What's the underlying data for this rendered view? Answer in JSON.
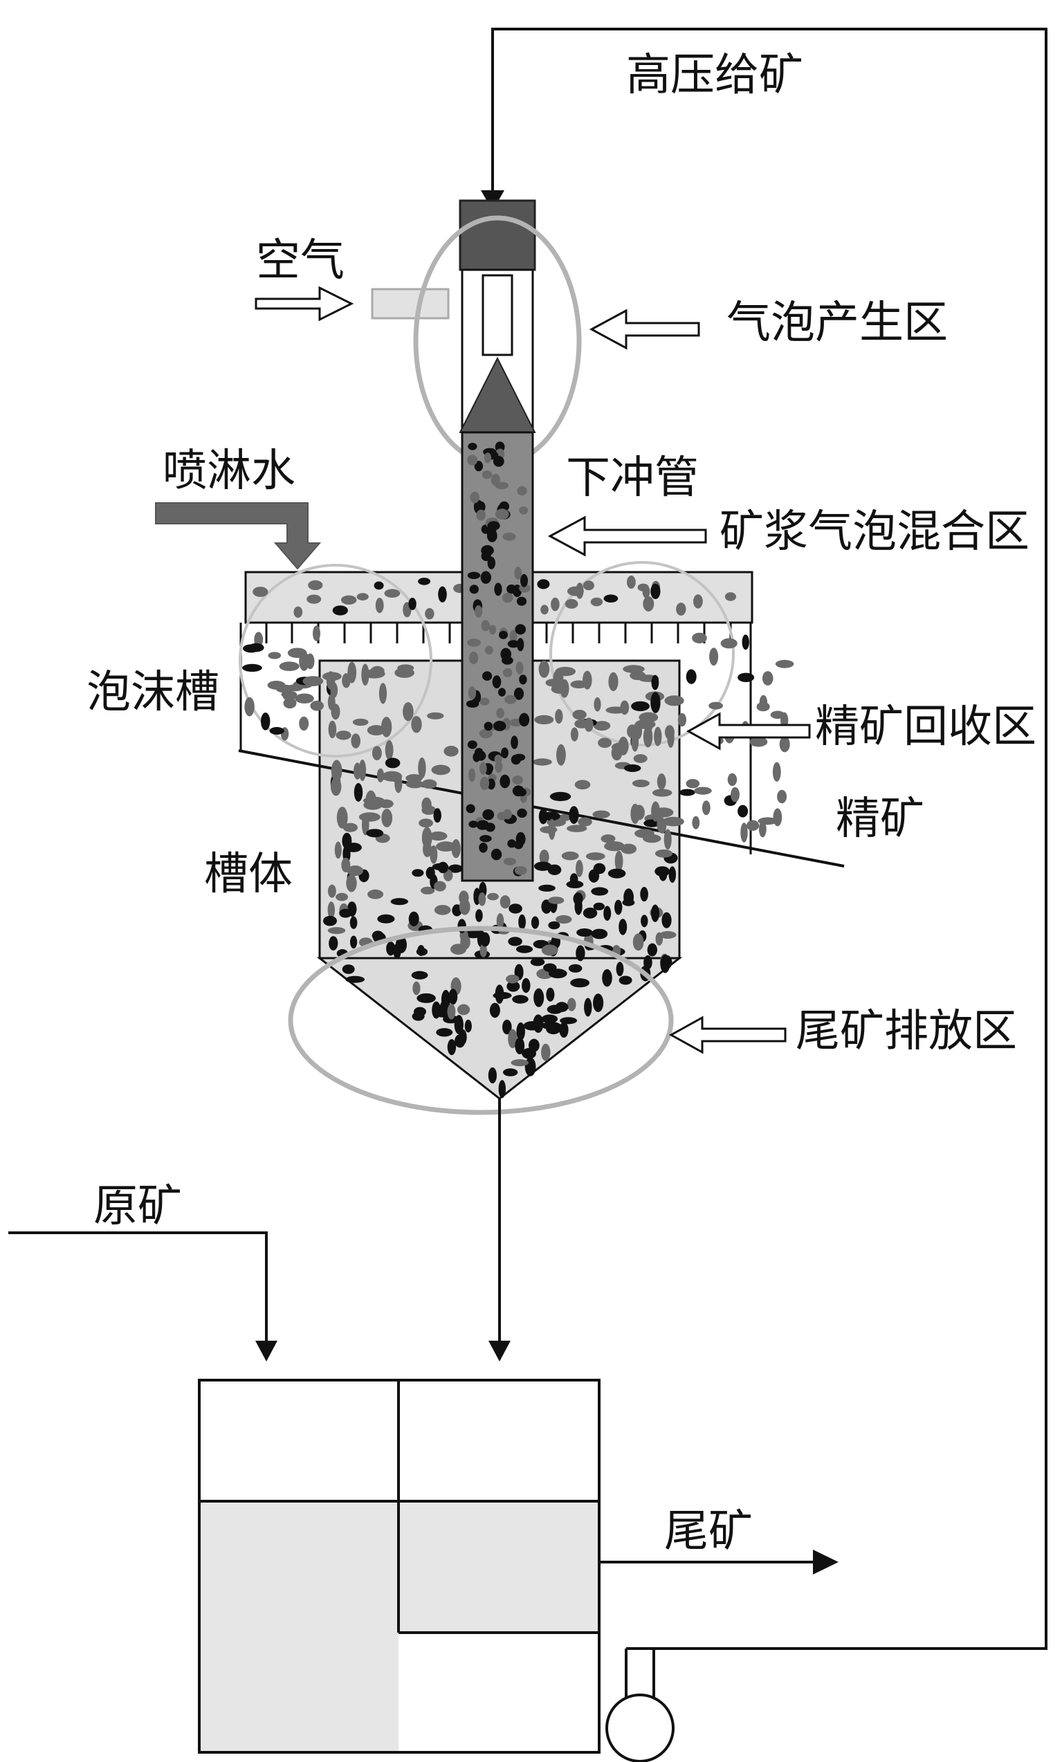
{
  "labels": {
    "high_pressure_feed": "高压给矿",
    "air": "空气",
    "bubble_zone": "气泡产生区",
    "spray_water": "喷淋水",
    "downcomer": "下冲管",
    "slurry_bubble_mixing_zone": "矿浆气泡混合区",
    "froth_launder": "泡沫槽",
    "concentrate_recovery_zone": "精矿回收区",
    "concentrate": "精矿",
    "tank_body": "槽体",
    "tailings_discharge_zone": "尾矿排放区",
    "raw_ore": "原矿",
    "tailings": "尾矿"
  }
}
